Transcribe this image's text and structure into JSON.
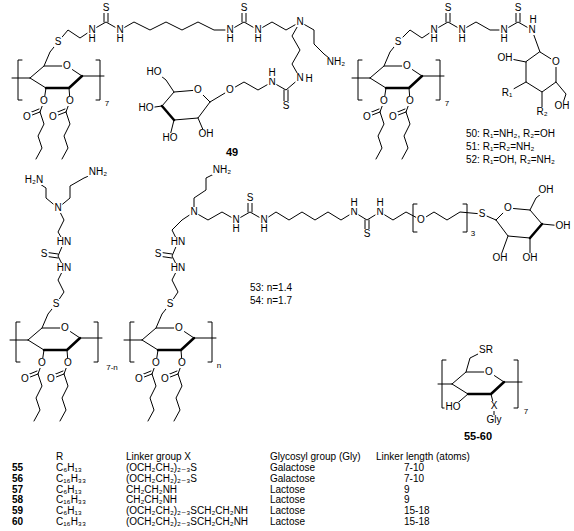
{
  "diagram": {
    "labels": [
      "S",
      "O",
      "O",
      "O",
      "O",
      "O",
      "7",
      "N",
      "H",
      "S",
      "N",
      "H",
      "N",
      "H",
      "S",
      "N",
      "H",
      "N",
      "NH₂",
      "N",
      "H",
      "S",
      "N",
      "H",
      "O",
      "O",
      "HO",
      "HO",
      "HO",
      "OH",
      "49",
      "S",
      "O",
      "O",
      "O",
      "O",
      "O",
      "7",
      "N",
      "H",
      "S",
      "N",
      "H",
      "N",
      "H",
      "S",
      "N",
      "H",
      "O",
      "OH",
      "R₂",
      "R₁",
      "OH",
      "50: R₁=NH₂, R₂=OH",
      "51: R₁=R₂=NH₂",
      "52: R₁=OH, R₂=NH₂",
      "S",
      "O",
      "O",
      "O",
      "O",
      "O",
      "7-n",
      "S",
      "O",
      "O",
      "O",
      "O",
      "O",
      "n",
      "HN",
      "S",
      "HN",
      "N",
      "H₂N",
      "NH₂",
      "HN",
      "S",
      "HN",
      "N",
      "NH₂",
      "N",
      "H",
      "S",
      "N",
      "H",
      "N",
      "H",
      "S",
      "N",
      "H",
      "O",
      "3",
      "S",
      "O",
      "OH",
      "OH",
      "OH",
      "OH",
      "53: n=1.4",
      "54: n=1.7",
      "SR",
      "O",
      "HO",
      "X",
      "Gly",
      "7",
      "55-60",
      "R",
      "Linker group X",
      "Glycosyl group (Gly)",
      "Linker length (atoms)",
      "55",
      "C₆H₁₃",
      "(OCH₂CH₂)₂₋₃S",
      "Galactose",
      "7-10",
      "56",
      "C₁₆H₃₃",
      "(OCH₂CH₂)₂₋₃S",
      "Galactose",
      "7-10",
      "57",
      "C₆H₁₃",
      "CH₂CH₂NH",
      "Lactose",
      "9",
      "58",
      "C₁₆H₃₃",
      "CH₂CH₂NH",
      "Lactose",
      "9",
      "59",
      "C₆H₁₃",
      "(OCH₂CH₂)₂₋₃SCH₂CH₂NH",
      "Lactose",
      "15-18",
      "60",
      "C₁₆H₃₃",
      "(OCH₂CH₂)₂₋₃SCH₂CH₂NH",
      "Lactose",
      "15-18"
    ]
  }
}
